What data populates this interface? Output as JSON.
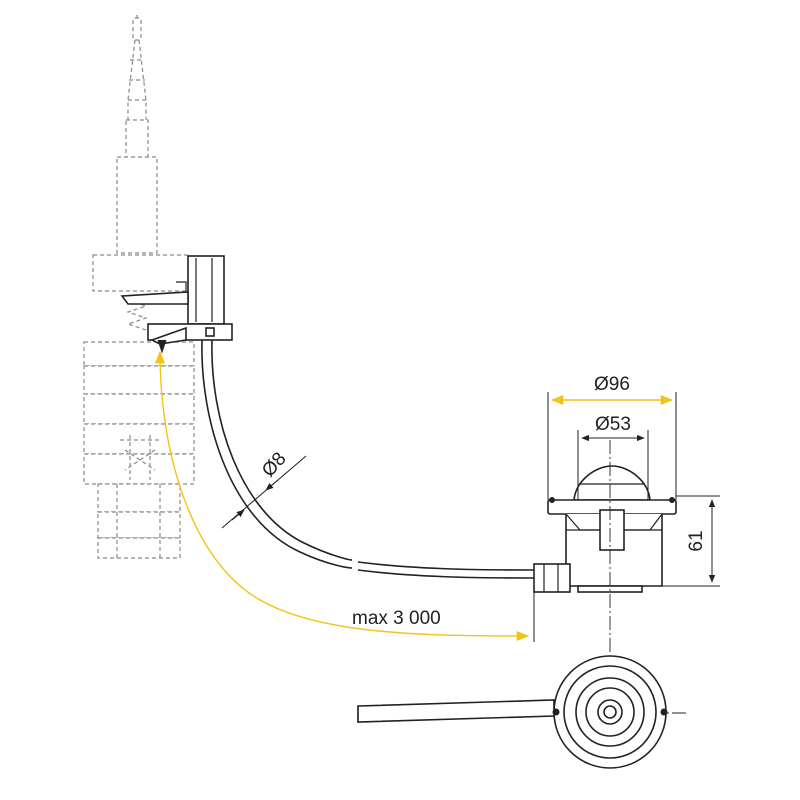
{
  "dimensions": {
    "outer_diameter": "Ø96",
    "inner_diameter": "Ø53",
    "height": "61",
    "hose_diameter": "Ø8",
    "max_length": "max 3 000"
  },
  "colors": {
    "dimension_accent": "#f2c318",
    "line": "#222222",
    "ghost": "#8a8a8a"
  }
}
